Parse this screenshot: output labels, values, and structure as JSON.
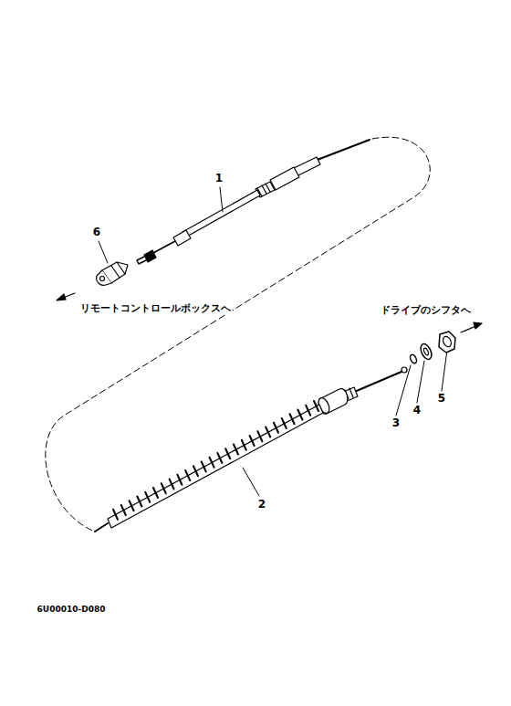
{
  "diagram": {
    "labels": [
      "1",
      "6",
      "リモートコントロールボックスへ",
      "ドライブのシフタへ",
      "2",
      "3",
      "4",
      "5",
      "6U00010-D080"
    ]
  }
}
